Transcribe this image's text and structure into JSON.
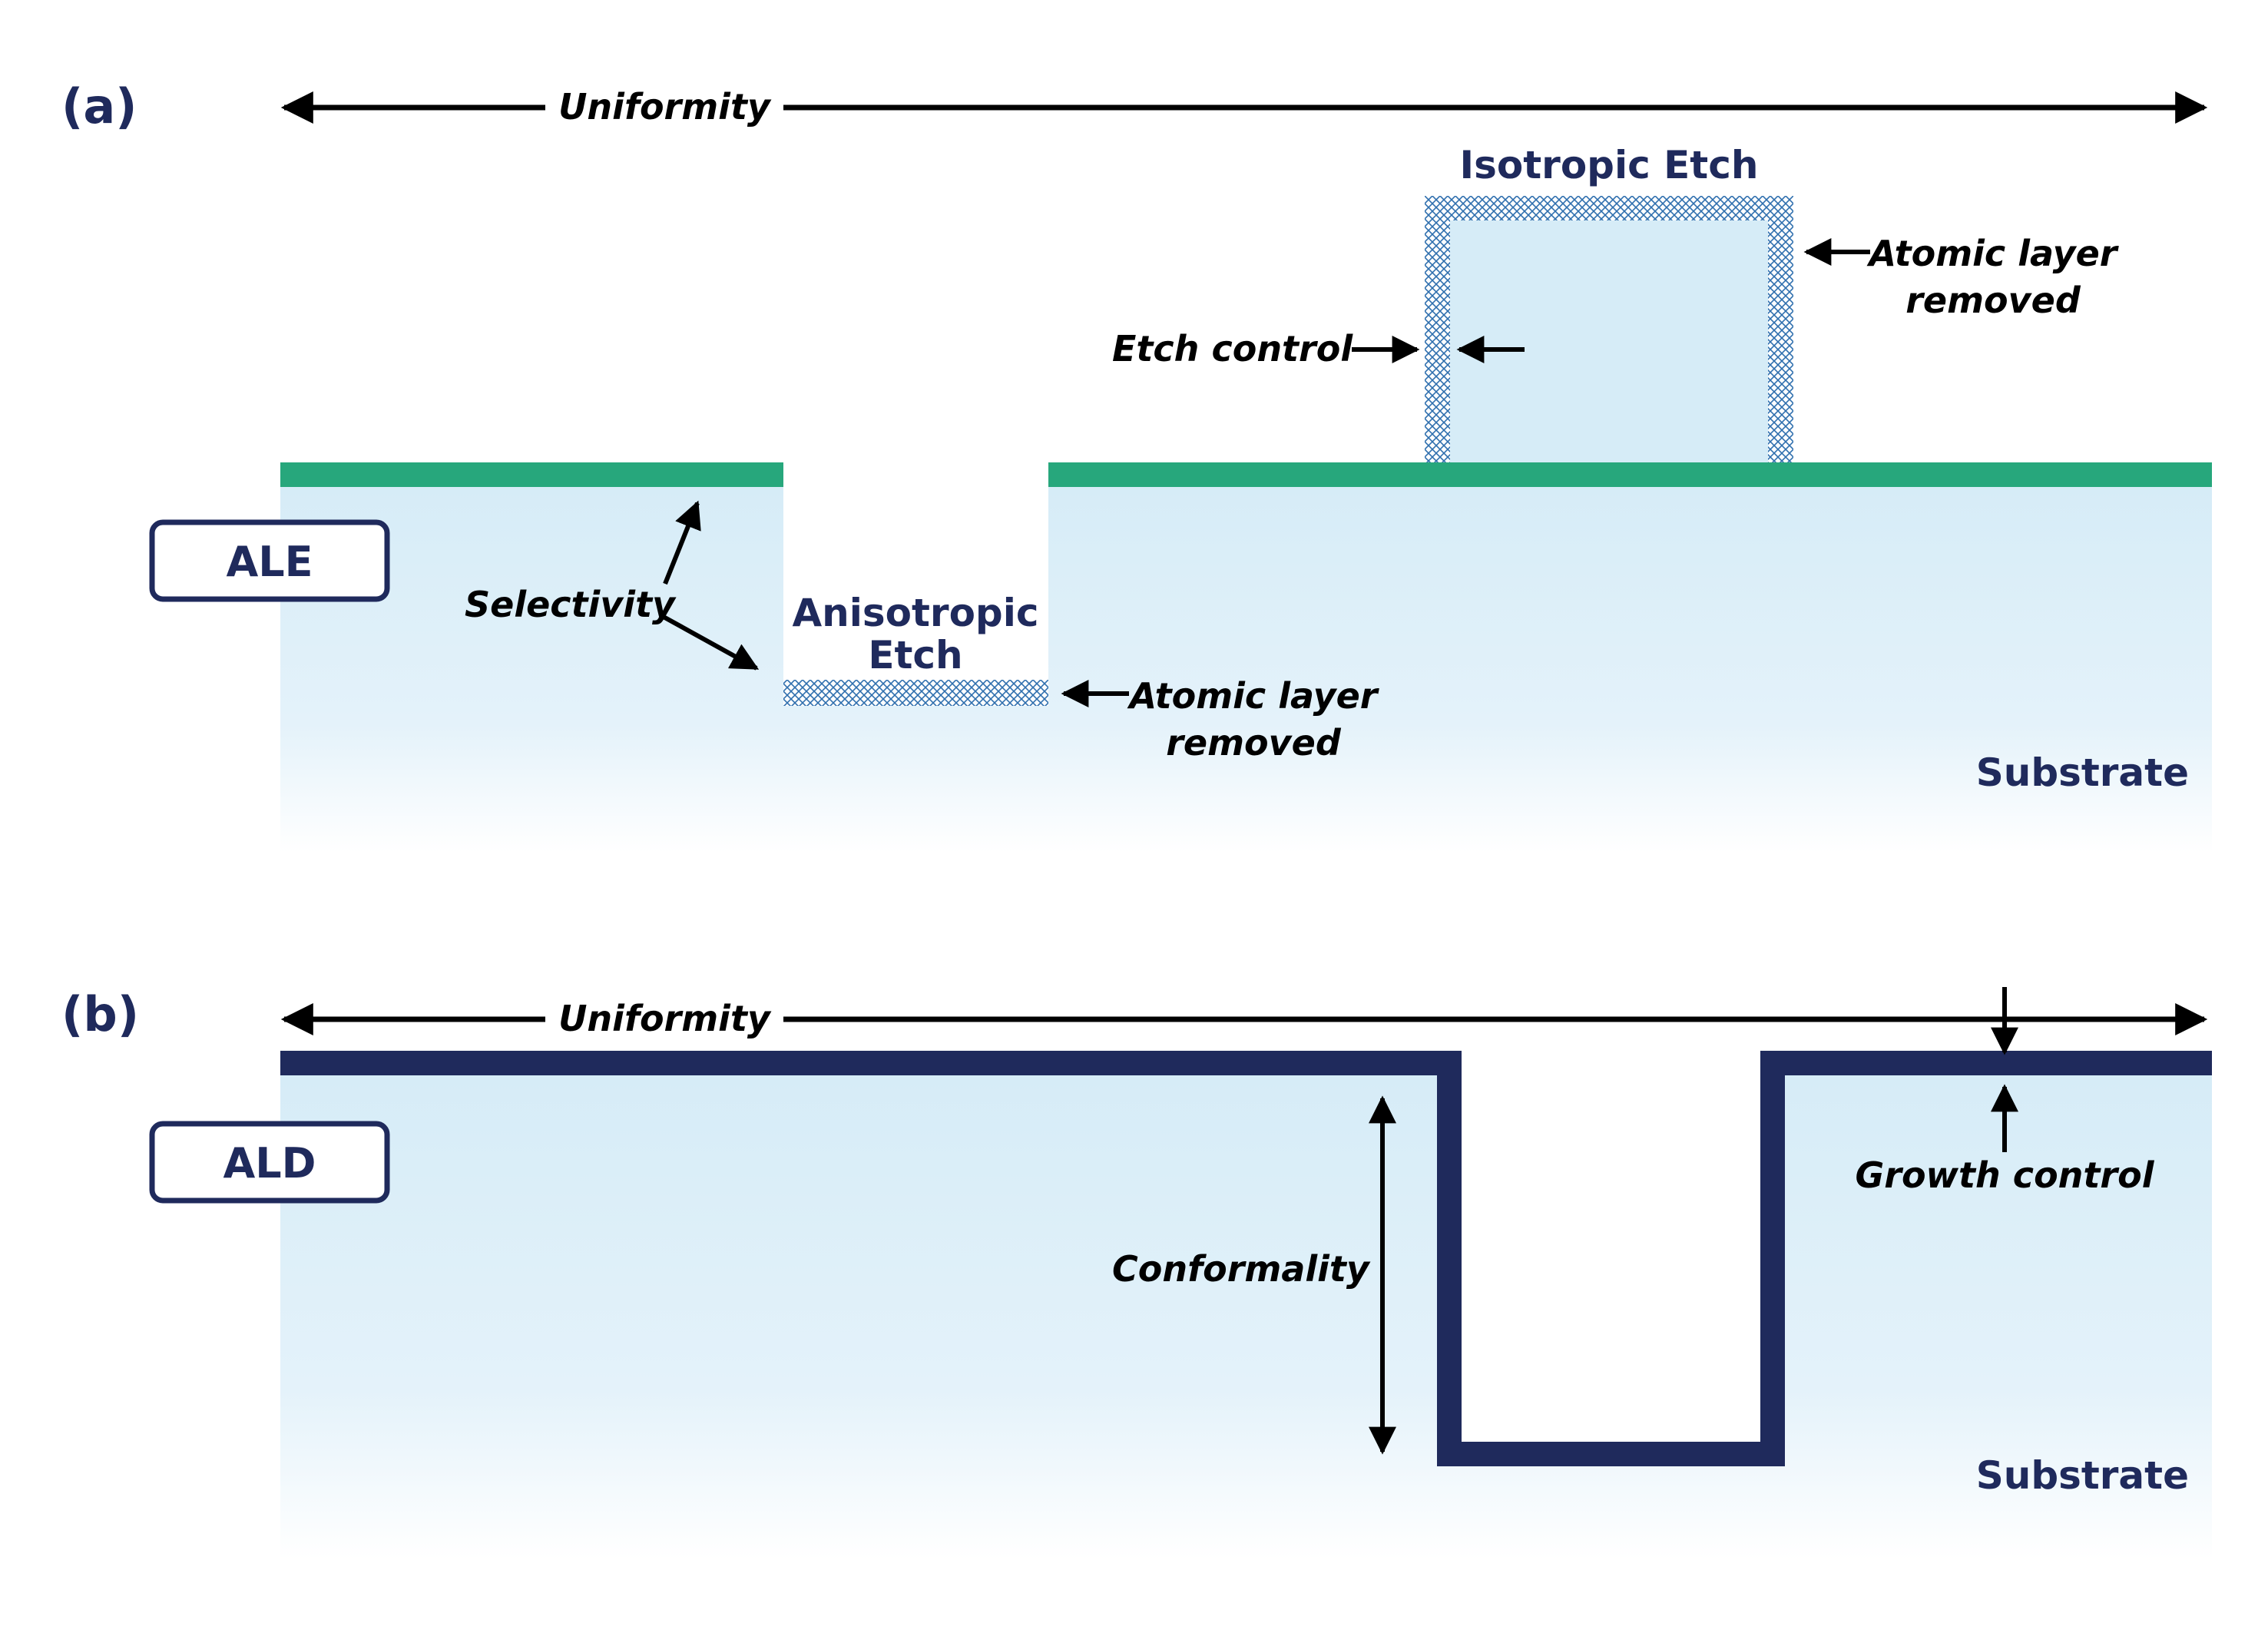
{
  "panel_a": {
    "tag": "(a)",
    "uniformity": "Uniformity",
    "process": "ALE",
    "isotropic_title": "Isotropic Etch",
    "anisotropic_title_line1": "Anisotropic",
    "anisotropic_title_line2": "Etch",
    "etch_control": "Etch control",
    "atomic_right_line1": "Atomic layer",
    "atomic_right_line2": "removed",
    "atomic_bottom_line1": "Atomic layer",
    "atomic_bottom_line2": "removed",
    "selectivity": "Selectivity",
    "substrate": "Substrate"
  },
  "panel_b": {
    "tag": "(b)",
    "uniformity": "Uniformity",
    "process": "ALD",
    "conformality": "Conformality",
    "growth_control": "Growth control",
    "substrate": "Substrate"
  },
  "colors": {
    "navy": "#1f2a5c",
    "green": "#27a77c",
    "substrate": "#d6ecf7",
    "hatch": "#2f6fae"
  }
}
